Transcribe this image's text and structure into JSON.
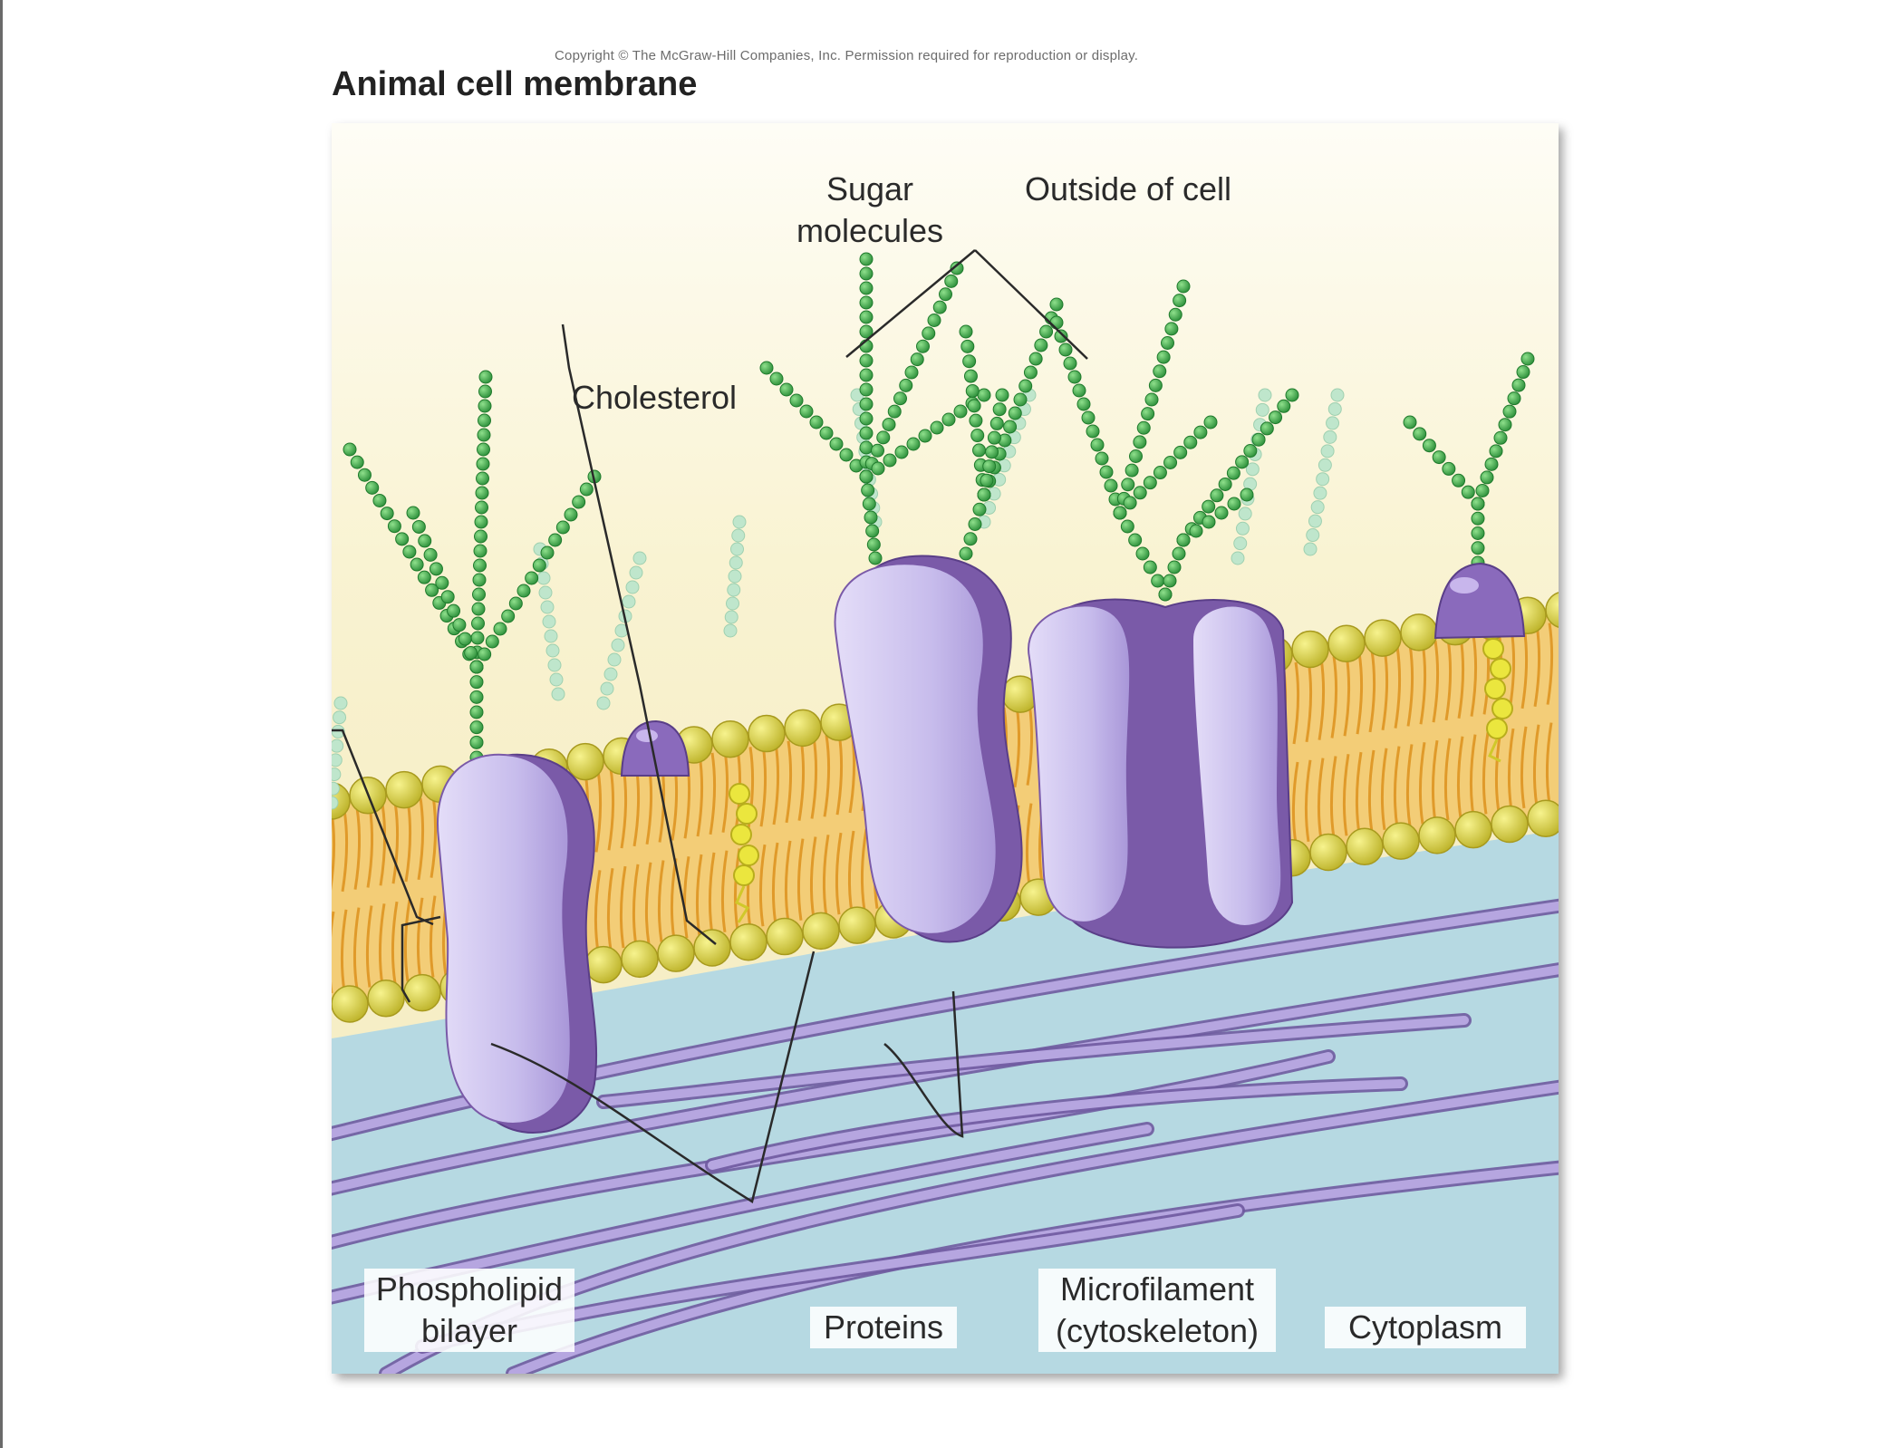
{
  "header": {
    "copyright": "Copyright © The McGraw-Hill Companies, Inc. Permission required for reproduction or display.",
    "title": "Animal cell membrane"
  },
  "labels": {
    "sugar_line1": "Sugar",
    "sugar_line2": "molecules",
    "outside": "Outside of cell",
    "cholesterol": "Cholesterol",
    "phospholipid_line1": "Phospholipid",
    "phospholipid_line2": "bilayer",
    "proteins": "Proteins",
    "microfilament_line1": "Microfilament",
    "microfilament_line2": "(cytoskeleton)",
    "cytoplasm": "Cytoplasm"
  },
  "colors": {
    "outside_bg": "#fbf8e6",
    "cytoplasm": "#b4d8e0",
    "lipid_head": "#d8d24c",
    "lipid_tail": "#e6a836",
    "protein": "#c9c0ec",
    "protein_dark": "#7a5aa8",
    "sugar": "#3da84a",
    "cholesterol": "#e6e23a",
    "microfilament": "#a08ccc"
  }
}
